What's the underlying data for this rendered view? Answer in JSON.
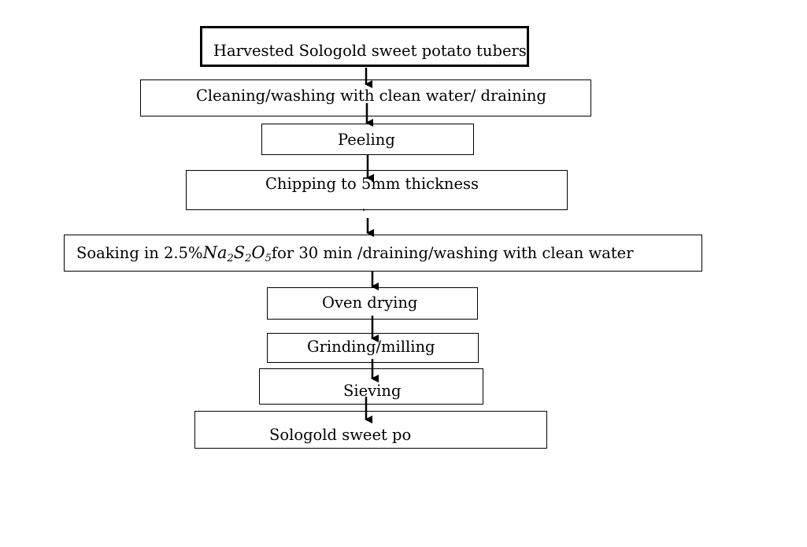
{
  "flowchart": {
    "steps": [
      {
        "label": "Harvested Sologold sweet potato tubers"
      },
      {
        "label": "Cleaning/washing with clean water/ draining"
      },
      {
        "label": "Peeling"
      },
      {
        "label": "Chipping to 5mm thickness"
      },
      {
        "label_pre": "Soaking in 2.5%",
        "formula": {
          "a": "Na",
          "a_sub": "2",
          "b": "S",
          "b_sub": "2",
          "c": "O",
          "c_sub": "5"
        },
        "label_post": "for 30 min /draining/washing with clean water"
      },
      {
        "label": "Oven drying"
      },
      {
        "label": "Grinding/milling"
      },
      {
        "label": "Sieving"
      },
      {
        "label": "Sologold sweet po"
      }
    ]
  }
}
